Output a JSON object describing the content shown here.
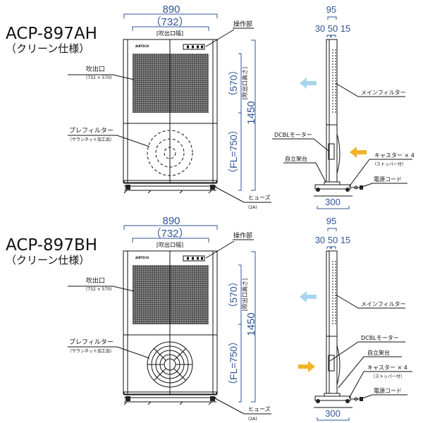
{
  "colors": {
    "dimension": "#2f5597",
    "exhaust_arrow": "#a8d4ee",
    "intake_arrow": "#f0b32a",
    "line": "#111111"
  },
  "panels": [
    {
      "model": "ACP-897AH",
      "spec": "（クリーン仕様）",
      "fan_visible": false,
      "dims": {
        "width": "890",
        "outlet_width": "（732）",
        "outlet_width_label": "[吹出口幅]",
        "height": "1450",
        "outlet_height": "（570）",
        "outlet_height_label": "[吹出口高さ]",
        "fl": "（FL=750）",
        "depth": "95",
        "depth_parts": "30 50 15",
        "base_depth": "300"
      },
      "labels": {
        "control": "操作部",
        "outlet": "吹出口",
        "outlet_size": "(732 × 570)",
        "prefilter": "プレフィルター",
        "prefilter_note": "（サランネット加工品）",
        "fuse": "ヒューズ",
        "fuse_rating": "(2A)",
        "brand": "AIRTECH",
        "main_filter": "メインフィルター",
        "motor": "DCBLモーター",
        "stand": "自立架台",
        "caster": "キャスター × 4",
        "caster_note": "（ストッパー付）",
        "cord": "電源コード"
      }
    },
    {
      "model": "ACP-897BH",
      "spec": "（クリーン仕様）",
      "fan_visible": true,
      "dims": {
        "width": "890",
        "outlet_width": "（732）",
        "outlet_width_label": "[吹出口幅]",
        "height": "1450",
        "outlet_height": "（570）",
        "outlet_height_label": "[吹出口高さ]",
        "fl": "（FL=750）",
        "depth": "95",
        "depth_parts": "30 50 15",
        "base_depth": "300"
      },
      "labels": {
        "control": "操作部",
        "outlet": "吹出口",
        "outlet_size": "(732 × 570)",
        "prefilter": "プレフィルター",
        "prefilter_note": "（サランネット加工品）",
        "fuse": "ヒューズ",
        "fuse_rating": "(2A)",
        "brand": "AIRTECH",
        "main_filter": "メインフィルター",
        "motor": "DCBLモーター",
        "stand": "自立架台",
        "caster": "キャスター × 4",
        "caster_note": "（ストッパー付）",
        "cord": "電源コード"
      }
    }
  ]
}
